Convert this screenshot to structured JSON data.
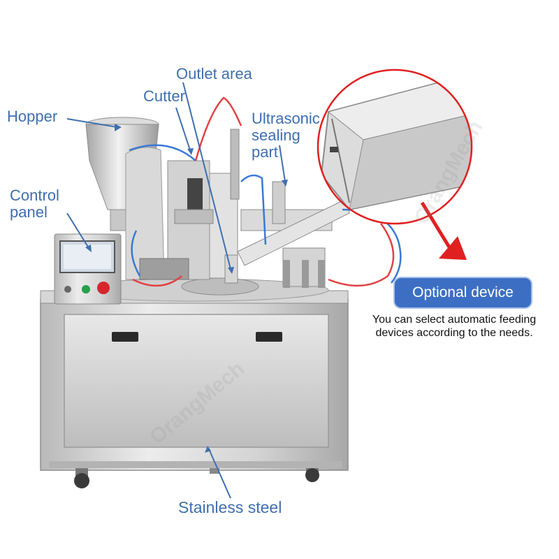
{
  "labels": {
    "hopper": "Hopper",
    "control_panel": "Control panel",
    "outlet_area": "Outlet area",
    "cutter": "Cutter",
    "ultrasonic": "Ultrasonic sealing part",
    "stainless_steel": "Stainless steel"
  },
  "optional": {
    "badge": "Optional device",
    "note": "You can select automatic feeding devices according to the needs."
  },
  "watermark": "OrangMech",
  "colors": {
    "label_blue": "#3f6fb0",
    "badge_blue": "#3c6fc4",
    "callout_red": "#e02020",
    "steel_light": "#e6e6e6",
    "steel_mid": "#c9c9c9",
    "steel_dark": "#9a9a9a"
  }
}
